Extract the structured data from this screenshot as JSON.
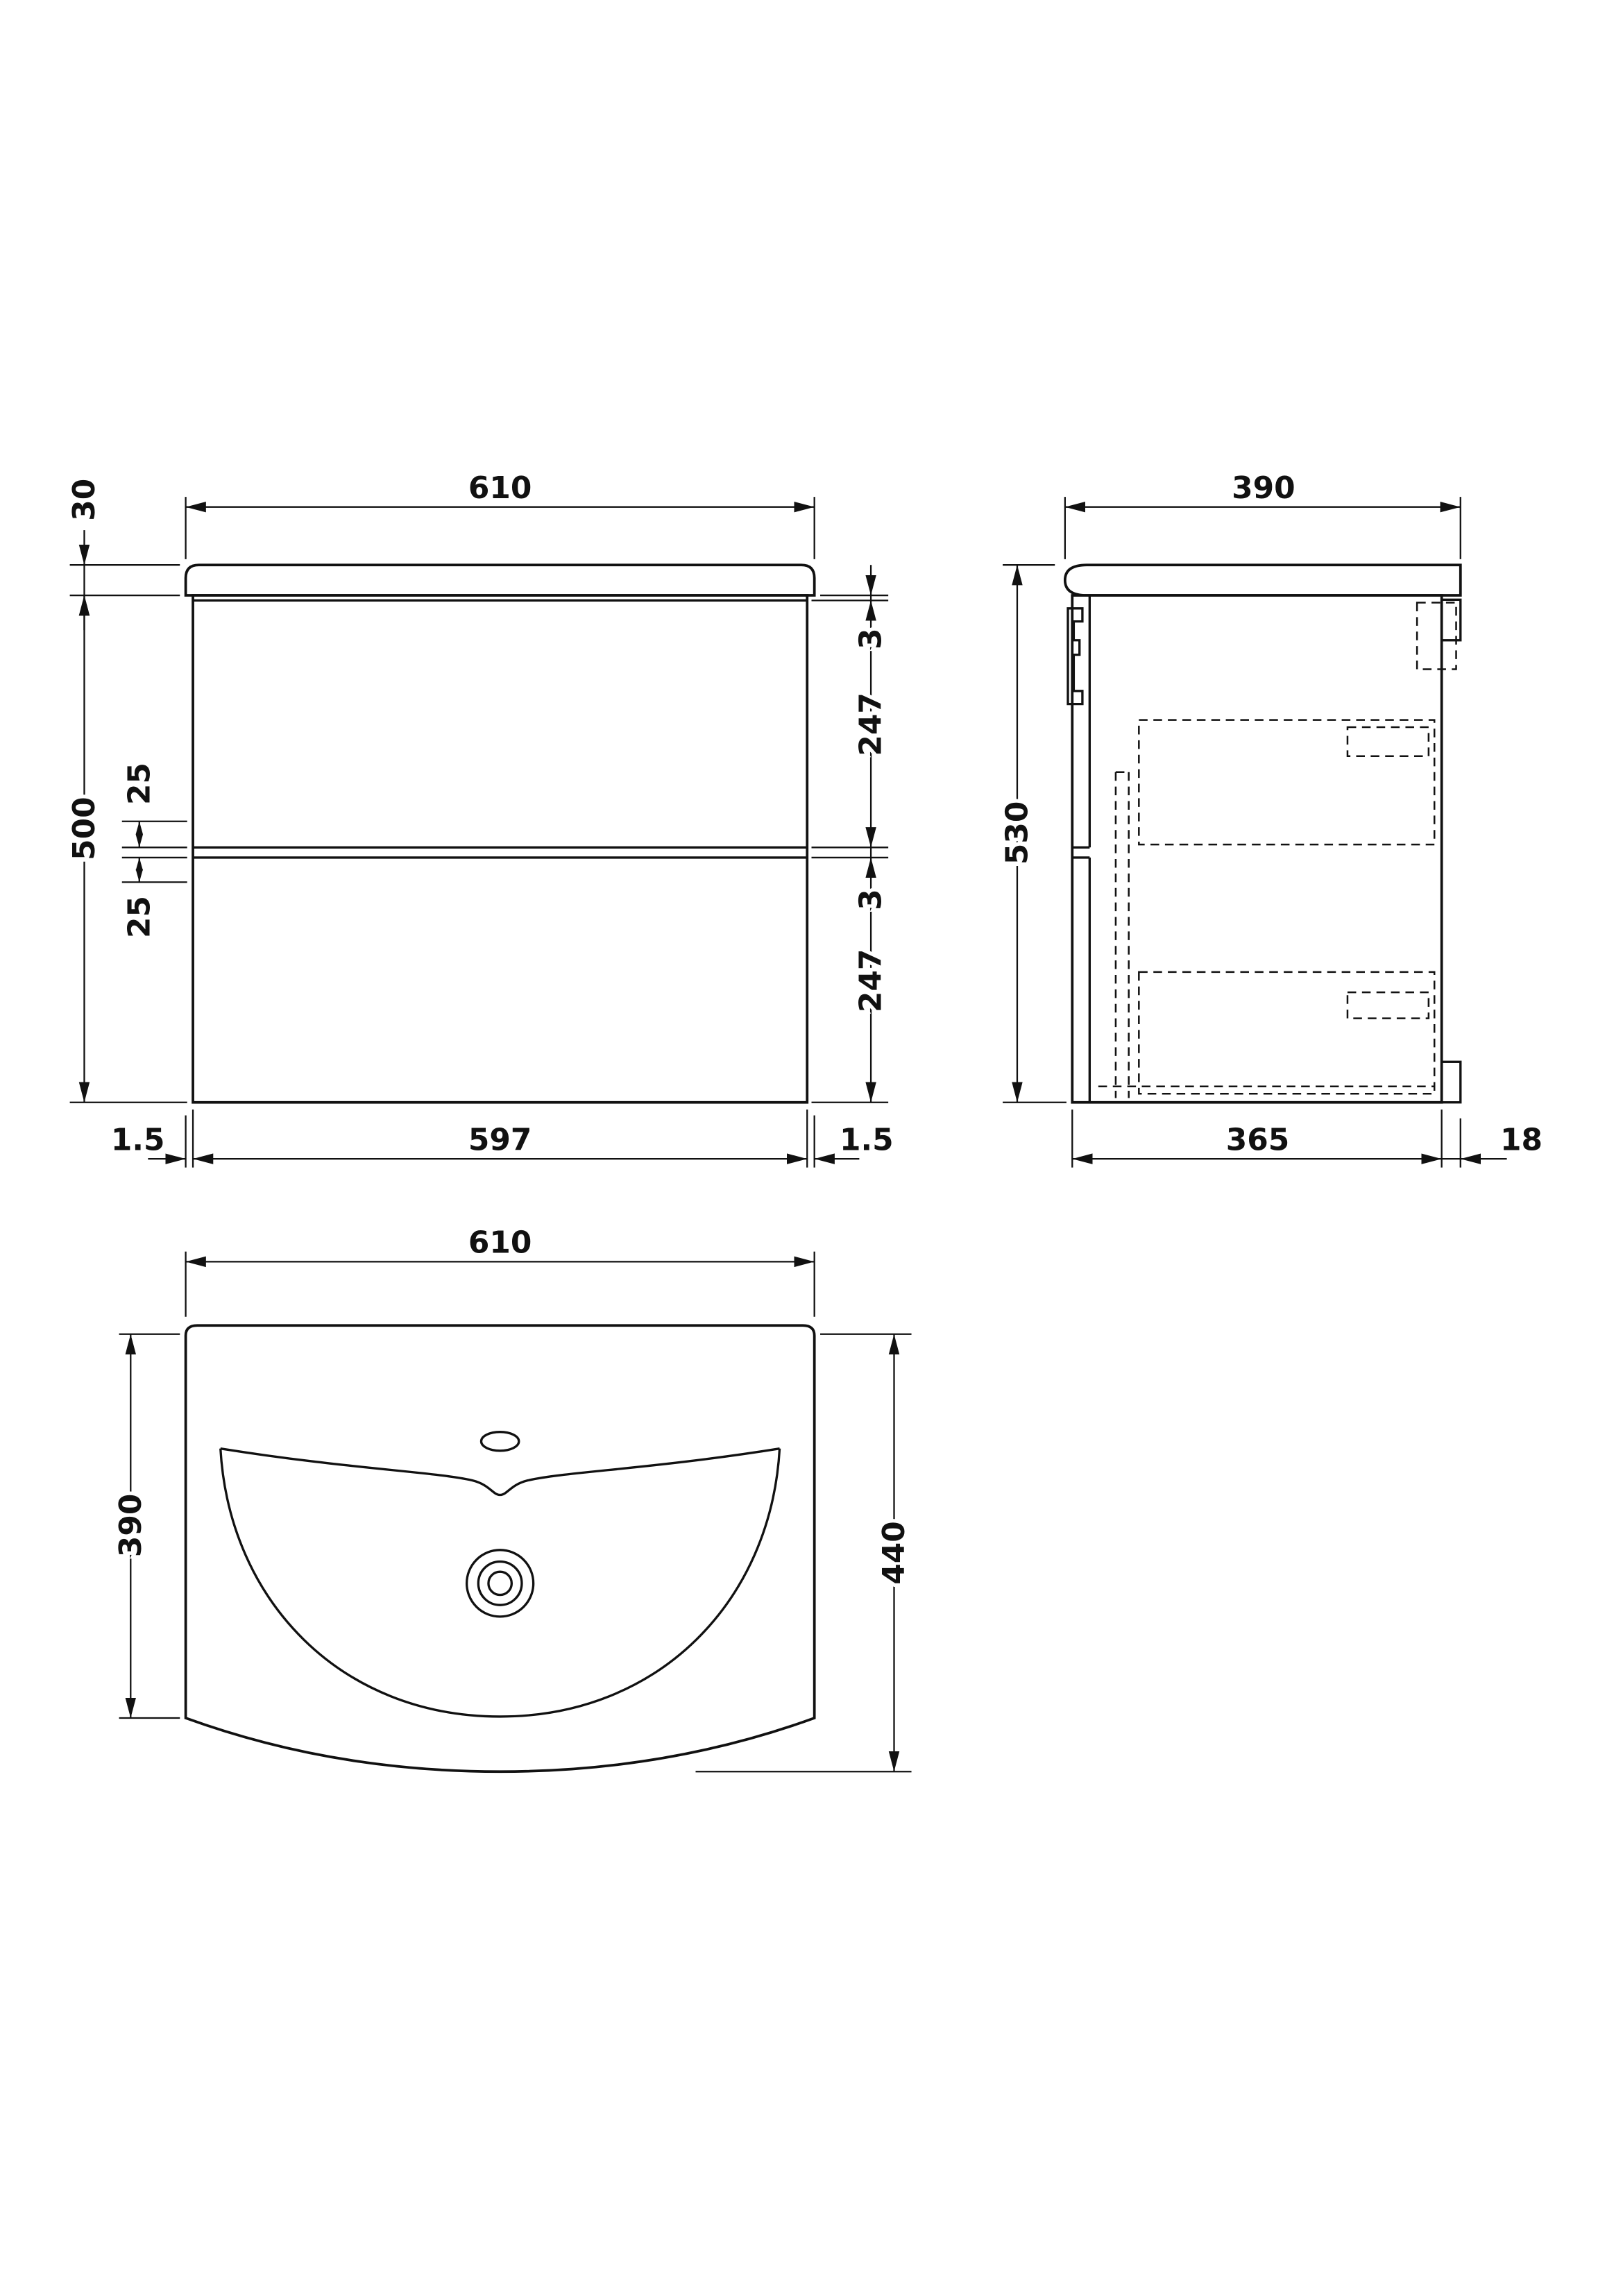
{
  "colors": {
    "line": "#111111",
    "background": "#ffffff"
  },
  "front": {
    "top_width": "610",
    "counter_height": "30",
    "height": "500",
    "recess_above": "25",
    "recess_below": "25",
    "gap_top": "3",
    "drawer_top": "247",
    "gap_mid": "3",
    "drawer_bottom": "247",
    "edge_left": "1.5",
    "bottom_width": "597",
    "edge_right": "1.5"
  },
  "side": {
    "depth": "390",
    "height": "530",
    "cabinet_depth": "365",
    "back_rail": "18"
  },
  "plan": {
    "width": "610",
    "basin_depth": "390",
    "overall_depth": "440"
  }
}
